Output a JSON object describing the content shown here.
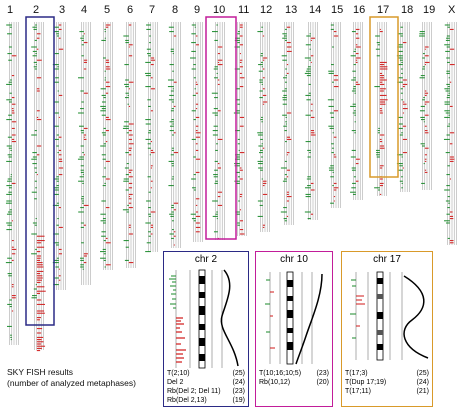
{
  "chromosomes": [
    "1",
    "2",
    "3",
    "4",
    "5",
    "6",
    "7",
    "8",
    "9",
    "10",
    "11",
    "12",
    "13",
    "14",
    "15",
    "16",
    "17",
    "18",
    "19",
    "X"
  ],
  "highlight_colors": {
    "chr2": "#2b2a85",
    "chr10": "#c21d9a",
    "chr17": "#d99a2a"
  },
  "data_colors": {
    "gain": "#d01818",
    "loss": "#1a8a2a",
    "ideogram_line": "#9a9a9a"
  },
  "panels": [
    {
      "title": "chr 2",
      "rows": [
        {
          "label": "T(2;10)",
          "count": "(25)"
        },
        {
          "label": "Del 2",
          "count": "(24)"
        },
        {
          "label": "Rb(Del 2; Del 11)",
          "count": "(23)"
        },
        {
          "label": "Rb(Del 2,13)",
          "count": "(19)"
        }
      ]
    },
    {
      "title": "chr 10",
      "rows": [
        {
          "label": "T(10;16;10;5)",
          "count": "(23)"
        },
        {
          "label": "Rb(10,12)",
          "count": "(20)"
        }
      ]
    },
    {
      "title": "chr 17",
      "rows": [
        {
          "label": "T(17;3)",
          "count": "(25)"
        },
        {
          "label": "T(Dup 17;19)",
          "count": "(24)"
        },
        {
          "label": "T(17;11)",
          "count": "(21)"
        }
      ]
    }
  ],
  "caption": {
    "line1": "SKY FISH results",
    "line2": "(number of analyzed metaphases)"
  }
}
